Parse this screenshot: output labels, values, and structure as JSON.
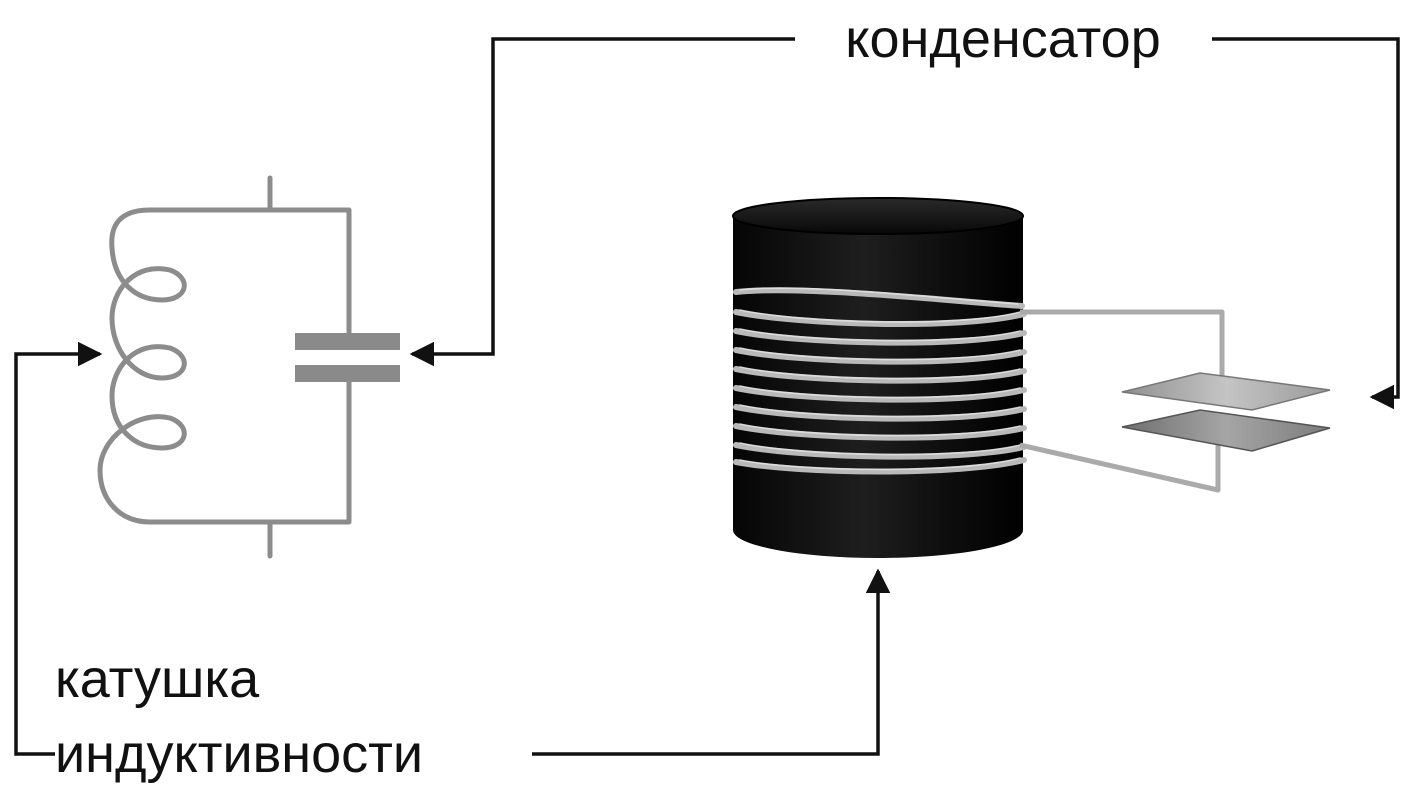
{
  "labels": {
    "capacitor": "конденсатор",
    "coil_line1": "катушка",
    "coil_line2": "индуктивности"
  },
  "colors": {
    "schematic_stroke": "#8c8c8c",
    "capacitor_plates": "#8a8a8a",
    "arrow_lines": "#111111",
    "coil_body": "#0e0e0e",
    "wire": "#bdbdbd",
    "plate_top": "#a9a9a9",
    "plate_bottom": "#7a7a7a"
  }
}
